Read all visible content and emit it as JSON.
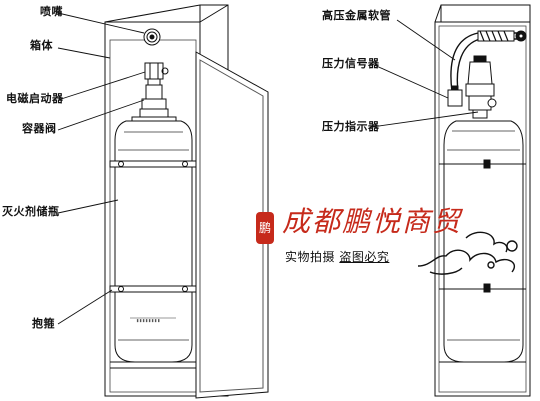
{
  "left_view": {
    "labels": {
      "nozzle": "喷嘴",
      "cabinet": "箱体",
      "solenoid_actuator": "电磁启动器",
      "container_valve": "容器阀",
      "agent_cylinder": "灭火剂储瓶",
      "strap": "抱箍"
    }
  },
  "right_view": {
    "labels": {
      "hose": "高压金属软管",
      "pressure_signal": "压力信号器",
      "pressure_gauge": "压力指示器"
    }
  },
  "watermark": {
    "title": "成都鹏悦商贸",
    "sub1": "实物拍摄",
    "sub2": "盗图必究",
    "seal_char": "鹏",
    "color": "#c62a1b"
  }
}
